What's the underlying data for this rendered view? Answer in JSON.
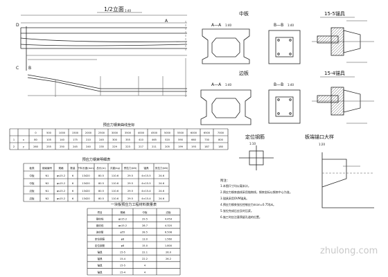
{
  "views": {
    "elevation_title": "1/2立面",
    "elevation_scale": "1:40",
    "mid_plate_title": "中板",
    "side_plate_title": "边板",
    "section_aa": "A—A",
    "section_bb": "B—B",
    "scale_40": "1:40",
    "anchor_15_5_title": "15-5锚具",
    "anchor_15_4_title": "15-4锚具",
    "positioning_rebar_title": "定位钢筋",
    "positioning_scale": "1:10",
    "slab_end_detail_title": "板端锚口大样",
    "slab_end_scale": "1:20",
    "elevation_labels": {
      "a": "A",
      "b": "B",
      "d": "D",
      "c": "C"
    }
  },
  "curve_table": {
    "title": "预应力钢束曲线坐标",
    "header": [
      "",
      "",
      "0",
      "500",
      "1000",
      "1500",
      "2000",
      "2500",
      "3000",
      "3500",
      "4000",
      "4500",
      "5000",
      "5500",
      "6000",
      "6500",
      "7000"
    ],
    "rows": [
      [
        "1",
        "x",
        "80",
        "105",
        "140",
        "175",
        "210",
        "245",
        "300",
        "355",
        "410",
        "465",
        "520",
        "590",
        "660",
        "730",
        "800"
      ],
      [
        "2",
        "y",
        "260",
        "255",
        "250",
        "245",
        "240",
        "235",
        "229",
        "223",
        "217",
        "211",
        "205",
        "199",
        "193",
        "187",
        "180"
      ]
    ]
  },
  "steel_table": {
    "title": "预应力钢束明细表",
    "header": [
      "板类",
      "钢束编号",
      "规格",
      "数量",
      "下料长度(mm)",
      "总长(m)",
      "共重(kg)",
      "预拉力(kN)",
      "锚具",
      "张拉力(kN)"
    ],
    "rows": [
      [
        "中板",
        "N1",
        "φs15.2",
        "6",
        "13420",
        "80.5",
        "110.6",
        "29.5",
        "4×15-5",
        "24.6"
      ],
      [
        "中板",
        "N2",
        "φs15.2",
        "6",
        "13420",
        "80.5",
        "110.6",
        "29.5",
        "4×15-5",
        "24.6"
      ],
      [
        "边板",
        "N1",
        "φs15.2",
        "6",
        "13420",
        "80.5",
        "110.6",
        "29.5",
        "4×15-4",
        "24.6"
      ],
      [
        "边板",
        "N2",
        "φs15.2",
        "6",
        "13420",
        "80.5",
        "110.6",
        "29.5",
        "4×15-4",
        "24.6"
      ]
    ]
  },
  "quantity_table": {
    "title": "一块板预应力工程材料数量表",
    "header": [
      "项目",
      "规格",
      "中板",
      "边板"
    ],
    "rows": [
      [
        "钢绞线",
        "φs15.2",
        "29.5",
        "4.454"
      ],
      [
        "钢绞线",
        "φs15.2",
        "28.7",
        "4.320"
      ],
      [
        "波纹管",
        "φ55",
        "28.5",
        "6.508"
      ],
      [
        "定位钢筋",
        "φ8",
        "13.0",
        "1.560"
      ],
      [
        "定位钢筋",
        "φ8",
        "15.0",
        "1.800"
      ],
      [
        "锚具",
        "15-5",
        "22.1",
        "26.0"
      ],
      [
        "锚具",
        "15-4",
        "22.2",
        "26.2"
      ],
      [
        "锚具",
        "15-5",
        "4",
        ""
      ],
      [
        "锚具",
        "15-4",
        "4",
        ""
      ]
    ]
  },
  "notes": {
    "title": "附注：",
    "lines": [
      "1.本图尺寸均以毫米计。",
      "2.预应力钢束曲线采用抛物线，钢束坐标以钢束中心为准。",
      "3.锚具采用OVM锚具。",
      "4.预应力钢束张拉控制应力σcon=0.75fpk。",
      "5.张拉完成后应及时压浆。",
      "6.施工时应注意预留孔道的位置。"
    ]
  },
  "watermark": "zhulong.com"
}
